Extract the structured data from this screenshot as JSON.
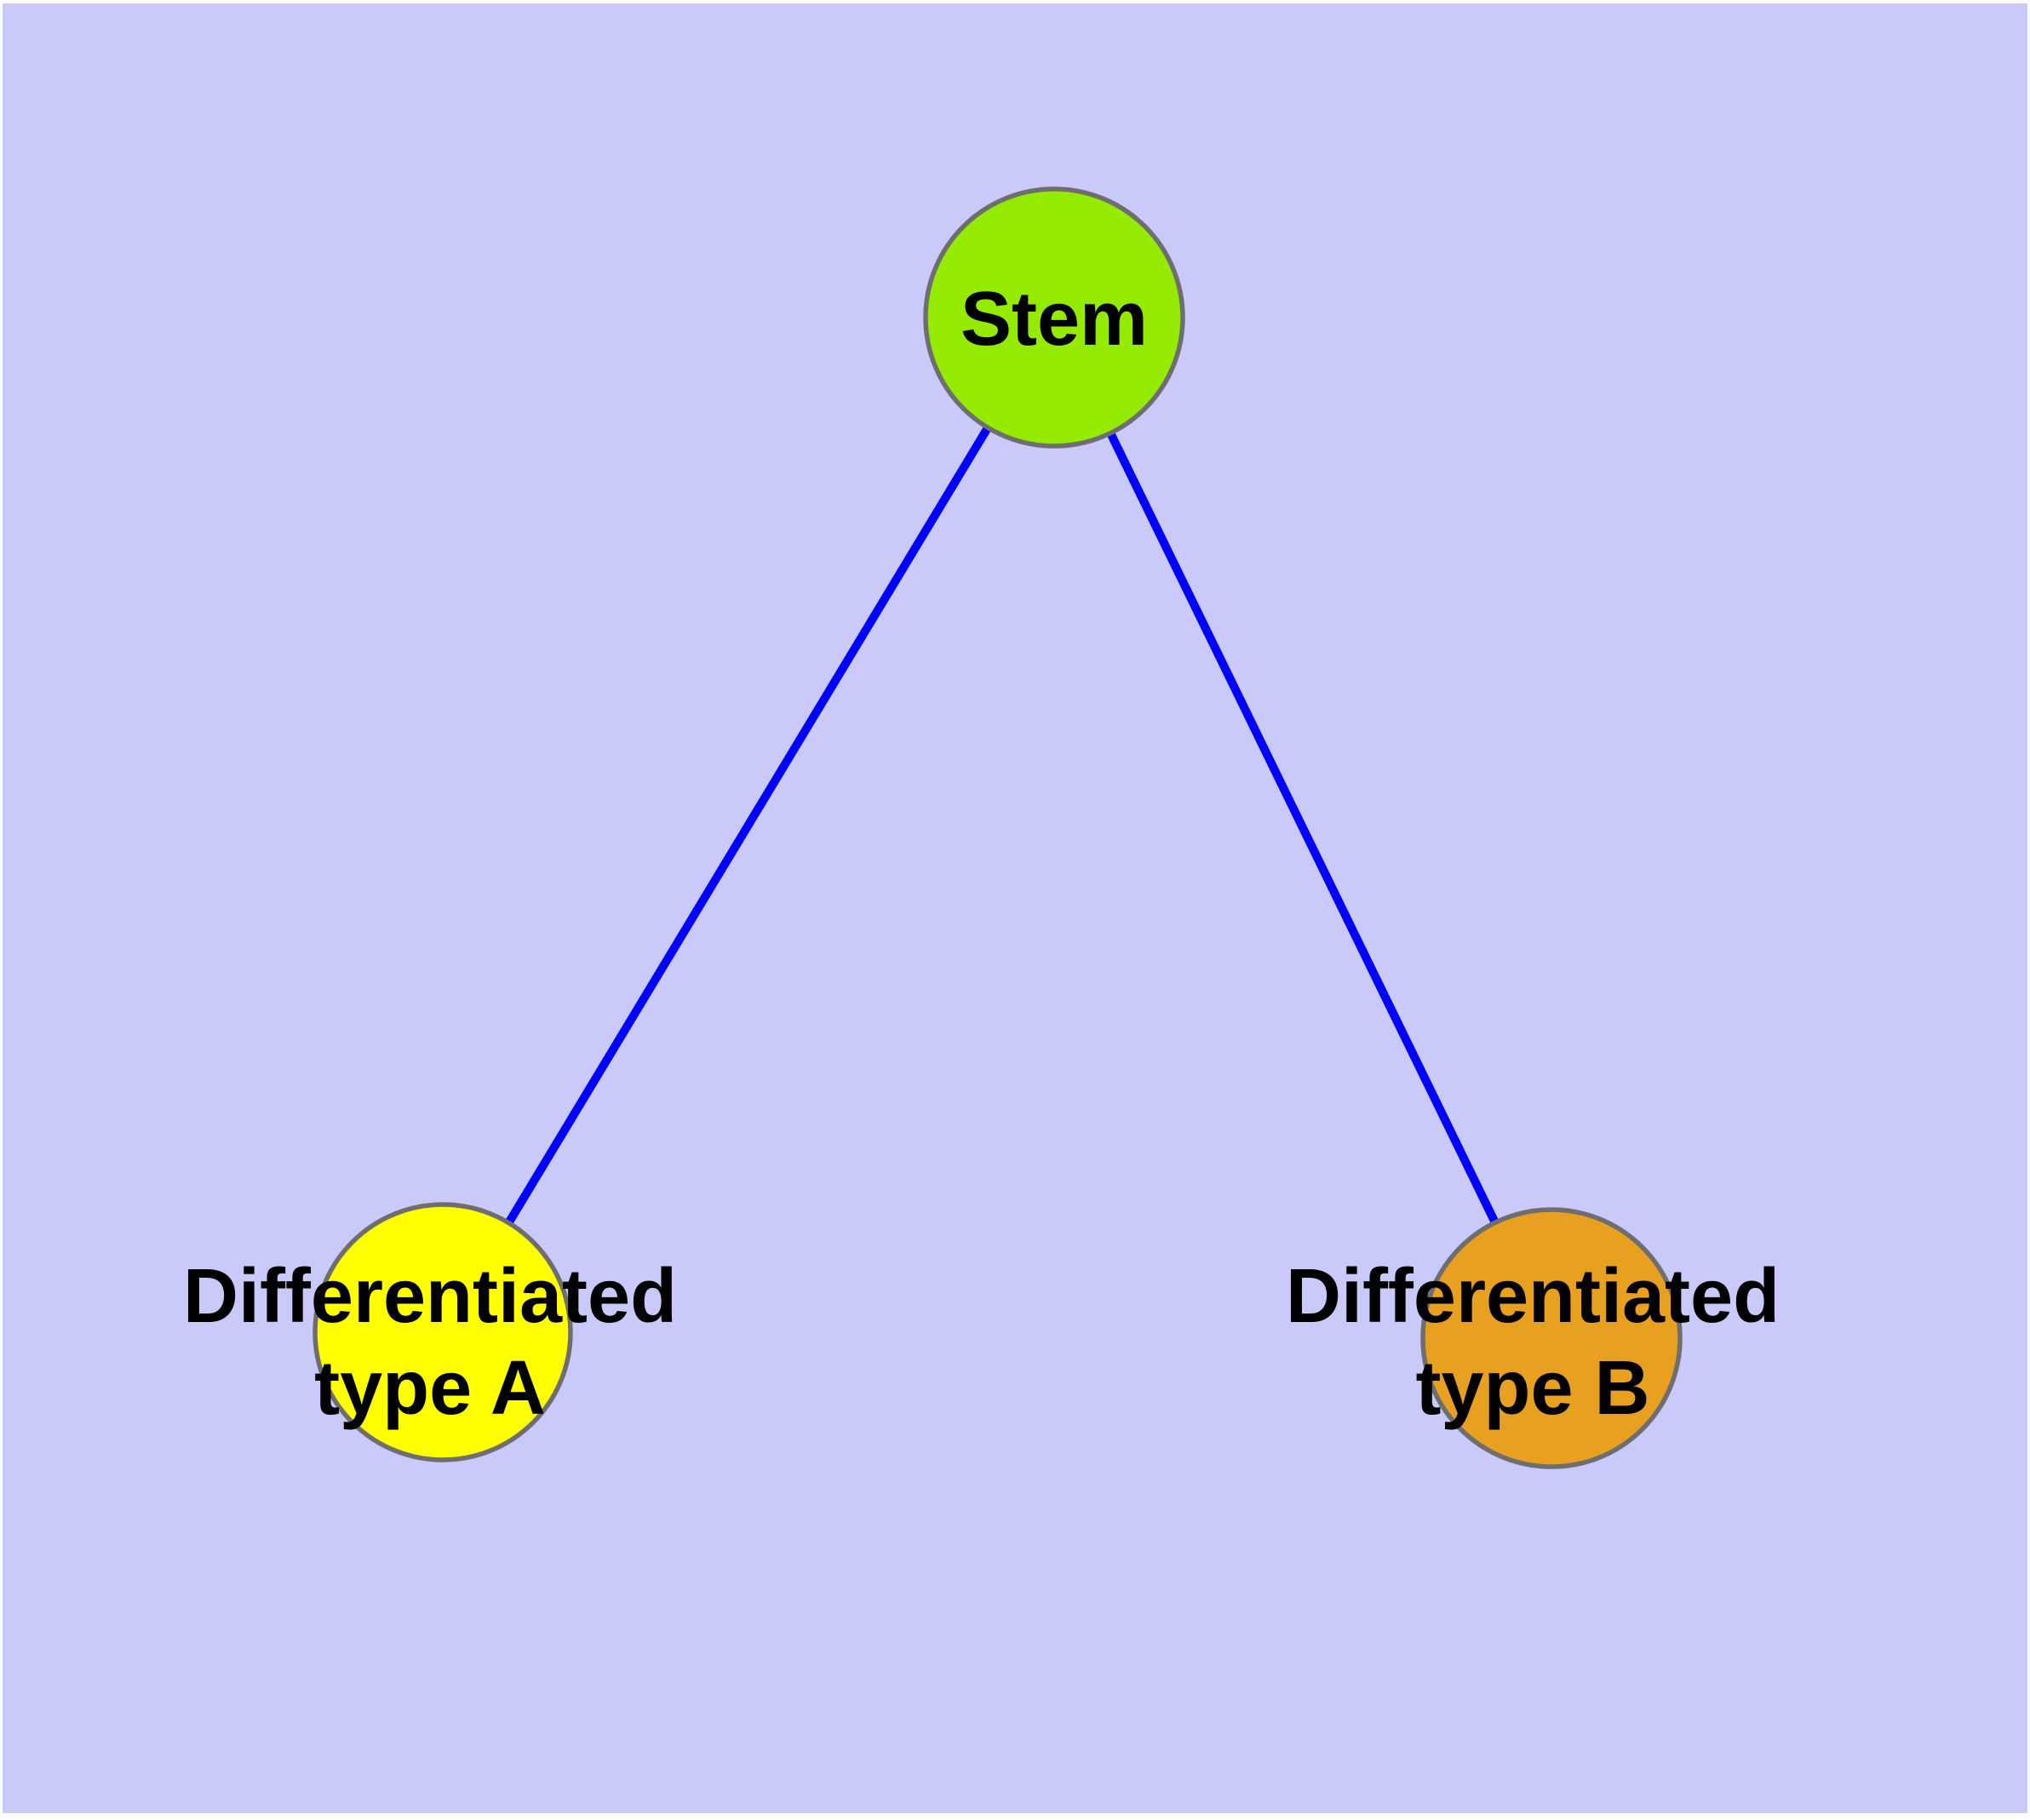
{
  "diagram": {
    "background_color": "#C9C9FA",
    "border_color": "#ffffff",
    "edge_color": "#0000FF",
    "node_border_color": "#6E6E6E",
    "nodes": [
      {
        "id": "stem",
        "label": "Stem",
        "color": "#94EB00"
      },
      {
        "id": "type-a",
        "label": "Differentiated\ntype A",
        "color": "#FFFF00"
      },
      {
        "id": "type-b",
        "label": "Differentiated\ntype B",
        "color": "#E8A020"
      }
    ],
    "edges": [
      {
        "from": "Stem",
        "to": "Differentiated type A"
      },
      {
        "from": "Stem",
        "to": "Differentiated type B"
      }
    ]
  }
}
